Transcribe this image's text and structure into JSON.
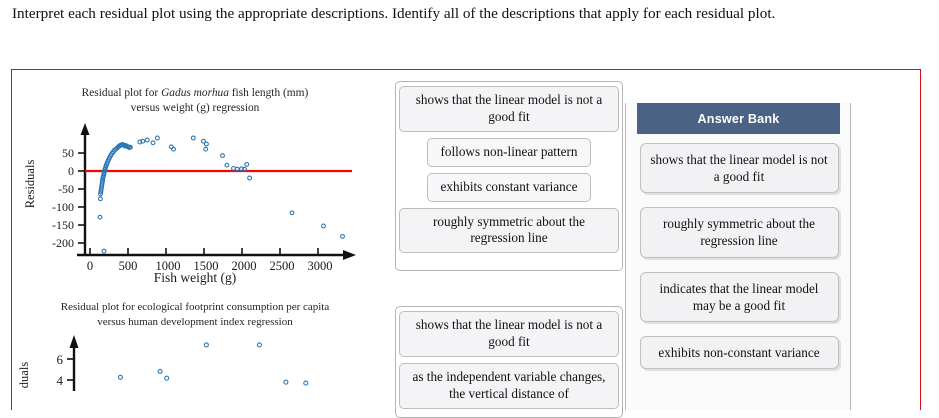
{
  "prompt": "Interpret each residual plot using the appropriate descriptions. Identify all of the descriptions that apply for each residual plot.",
  "accent_color": "#cc1111",
  "bank_header_color": "#4a6283",
  "charts": [
    {
      "title_line1_a": "Residual plot for ",
      "title_line1_italic": "Gadus morhua",
      "title_line1_b": " fish length (mm)",
      "title_line2": "versus weight (g) regression",
      "ylabel": "Residuals",
      "xlabel": "Fish weight (g)",
      "yticks": [
        "50",
        "0",
        "-50",
        "-100",
        "-150",
        "-200"
      ],
      "xticks": [
        "0",
        "500",
        "1000",
        "1500",
        "2000",
        "2500",
        "3000"
      ],
      "reference_line_color": "#ff0000",
      "point_color": "#2b77b5"
    },
    {
      "title_line1_a": "Residual plot for ecological footprint consumption per capita",
      "title_line1_italic": "",
      "title_line1_b": "",
      "title_line2": "versus human development index regression",
      "ylabel": "duals",
      "xlabel": "",
      "yticks": [
        "6",
        "4"
      ],
      "xticks": [],
      "reference_line_color": "#ff0000",
      "point_color": "#2b77b5"
    }
  ],
  "chart_data": [
    {
      "type": "scatter",
      "title": "Residual plot for Gadus morhua fish length (mm) versus weight (g) regression",
      "xlabel": "Fish weight (g)",
      "ylabel": "Residuals",
      "xlim": [
        -150,
        3500
      ],
      "ylim": [
        -215,
        95
      ],
      "xticks": [
        0,
        500,
        1000,
        1500,
        2000,
        2500,
        3000
      ],
      "yticks": [
        50,
        0,
        -50,
        -100,
        -150,
        -200
      ],
      "grid": false,
      "reference_line_y": 0,
      "points": [
        [
          60,
          -72
        ],
        [
          55,
          -118
        ],
        [
          110,
          -203
        ],
        [
          62,
          -60
        ],
        [
          66,
          -55
        ],
        [
          70,
          -50
        ],
        [
          74,
          -45
        ],
        [
          78,
          -40
        ],
        [
          82,
          -35
        ],
        [
          86,
          -30
        ],
        [
          90,
          -26
        ],
        [
          94,
          -22
        ],
        [
          98,
          -18
        ],
        [
          103,
          -14
        ],
        [
          108,
          -10
        ],
        [
          113,
          -6
        ],
        [
          118,
          -2
        ],
        [
          124,
          2
        ],
        [
          130,
          6
        ],
        [
          137,
          10
        ],
        [
          145,
          14
        ],
        [
          153,
          18
        ],
        [
          162,
          22
        ],
        [
          172,
          26
        ],
        [
          183,
          30
        ],
        [
          195,
          34
        ],
        [
          208,
          38
        ],
        [
          222,
          42
        ],
        [
          238,
          46
        ],
        [
          255,
          50
        ],
        [
          272,
          52
        ],
        [
          290,
          55
        ],
        [
          305,
          58
        ],
        [
          320,
          60
        ],
        [
          335,
          62
        ],
        [
          350,
          63
        ],
        [
          365,
          64
        ],
        [
          380,
          62
        ],
        [
          395,
          60
        ],
        [
          410,
          61
        ],
        [
          425,
          59
        ],
        [
          440,
          58
        ],
        [
          455,
          56
        ],
        [
          470,
          57
        ],
        [
          600,
          70
        ],
        [
          640,
          72
        ],
        [
          700,
          75
        ],
        [
          780,
          68
        ],
        [
          840,
          80
        ],
        [
          1030,
          58
        ],
        [
          1060,
          52
        ],
        [
          1330,
          80
        ],
        [
          1470,
          72
        ],
        [
          1510,
          65
        ],
        [
          1500,
          52
        ],
        [
          1730,
          36
        ],
        [
          1790,
          12
        ],
        [
          1880,
          4
        ],
        [
          1930,
          2
        ],
        [
          1990,
          3
        ],
        [
          2030,
          2
        ],
        [
          2060,
          14
        ],
        [
          2100,
          -20
        ],
        [
          2680,
          -107
        ],
        [
          3110,
          -140
        ],
        [
          3370,
          -166
        ]
      ]
    },
    {
      "type": "scatter",
      "title": "Residual plot for ecological footprint consumption per capita versus human development index regression",
      "xlabel": "",
      "ylabel": "Residuals",
      "ylim": [
        2.5,
        8
      ],
      "yticks": [
        6,
        4
      ],
      "grid": false,
      "points": [
        [
          0.6,
          7.2
        ],
        [
          0.68,
          7.2
        ],
        [
          0.47,
          3.9
        ],
        [
          0.53,
          4.5
        ],
        [
          0.54,
          3.8
        ],
        [
          0.72,
          3.4
        ],
        [
          0.75,
          3.3
        ]
      ]
    }
  ],
  "drop_zones": [
    {
      "name": "zone-plot-1",
      "items": [
        {
          "text": "shows that the linear model is not a good fit",
          "style": "full"
        },
        {
          "text": "follows non-linear pattern",
          "style": "inner"
        },
        {
          "text": "exhibits constant variance",
          "style": "inner"
        },
        {
          "text": "roughly symmetric about the regression line",
          "style": "full"
        }
      ]
    },
    {
      "name": "zone-plot-2",
      "items": [
        {
          "text": "shows that the linear model is not a good fit",
          "style": "full"
        },
        {
          "text": "as the independent variable changes, the vertical distance of",
          "style": "full"
        }
      ]
    }
  ],
  "answer_bank": {
    "title": "Answer Bank",
    "items": [
      "shows that the linear model is not a good fit",
      "roughly symmetric about the regression line",
      "indicates that the linear model may be a good fit",
      "exhibits non-constant variance"
    ]
  }
}
